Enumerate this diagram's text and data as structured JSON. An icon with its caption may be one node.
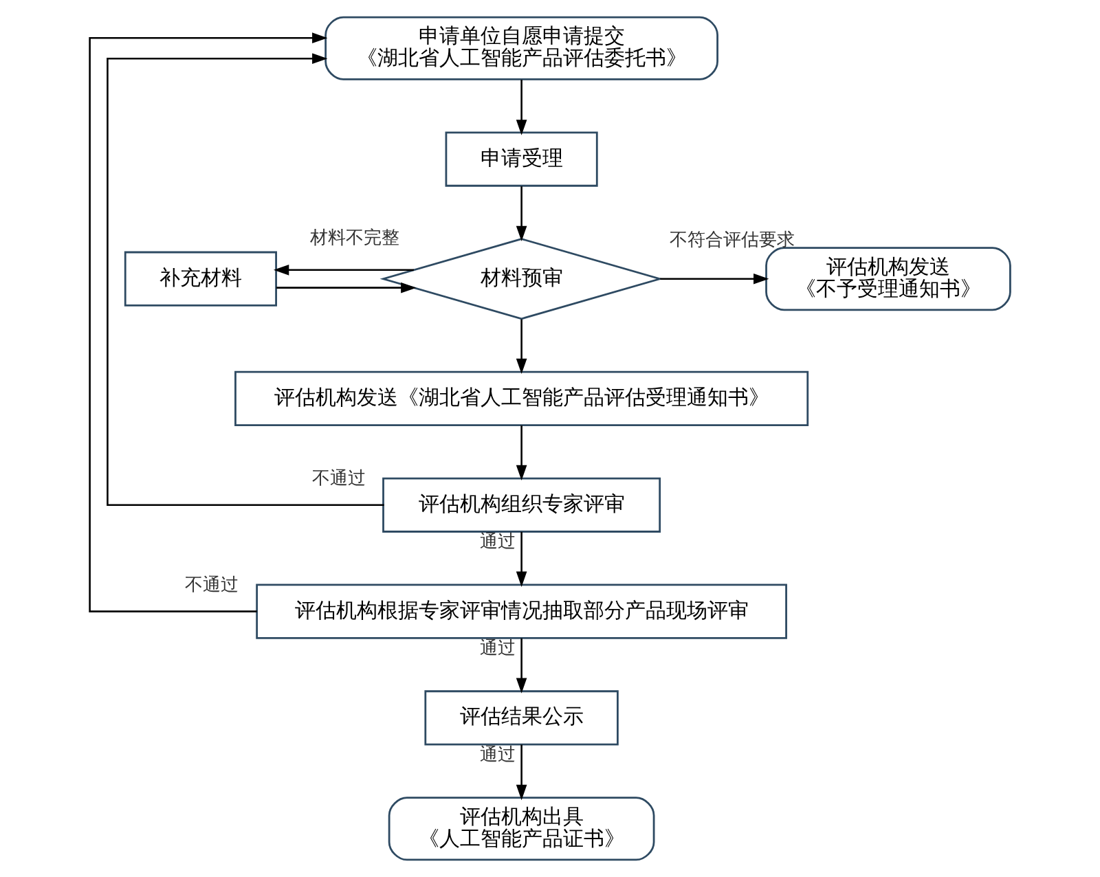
{
  "diagram": {
    "nodes": [
      {
        "text": [
          "申请单位自愿申请提交",
          "《湖北省人工智能产品评估委托书》"
        ]
      },
      {
        "text": [
          "申请受理"
        ]
      },
      {
        "text": [
          "材料预审"
        ]
      },
      {
        "text": [
          "补充材料"
        ]
      },
      {
        "text": [
          "评估机构发送",
          "《不予受理通知书》"
        ]
      },
      {
        "text": [
          "评估机构发送《湖北省人工智能产品评估受理通知书》"
        ]
      },
      {
        "text": [
          "评估机构组织专家评审"
        ]
      },
      {
        "text": [
          "评估机构根据专家评审情况抽取部分产品现场评审"
        ]
      },
      {
        "text": [
          "评估结果公示"
        ]
      },
      {
        "text": [
          "评估机构出具",
          "《人工智能产品证书》"
        ]
      }
    ],
    "edges": [
      {
        "from": 0,
        "to": 1,
        "arrow": "to"
      },
      {
        "from": 1,
        "to": 2,
        "arrow": "to"
      },
      {
        "from": 2,
        "to": 3,
        "arrow": "to",
        "label": "材料不完整"
      },
      {
        "from": 3,
        "to": 2,
        "arrow": "to"
      },
      {
        "from": 2,
        "to": 4,
        "arrow": "to",
        "label": "不符合评估要求"
      },
      {
        "from": 2,
        "to": 5,
        "arrow": "to"
      },
      {
        "from": 5,
        "to": 6,
        "arrow": "to"
      },
      {
        "from": 6,
        "to": 7,
        "arrow": "to",
        "label": "通过"
      },
      {
        "from": 6,
        "to": 0,
        "arrow": "to",
        "label": "不通过"
      },
      {
        "from": 7,
        "to": 8,
        "arrow": "to",
        "label": "通过"
      },
      {
        "from": 7,
        "to": 0,
        "arrow": "to",
        "label": "不通过"
      },
      {
        "from": 8,
        "to": 9,
        "arrow": "to",
        "label": "通过"
      }
    ]
  }
}
